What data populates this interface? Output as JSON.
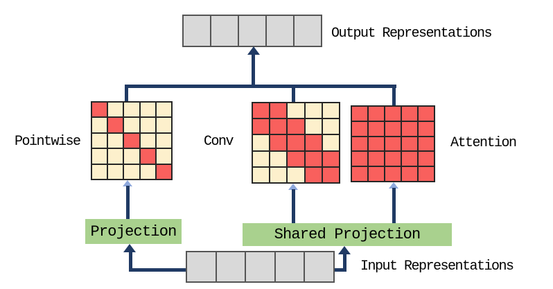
{
  "diagram": {
    "output_label": "Output Representations",
    "input_label": "Input Representations",
    "output_cells": 5,
    "input_cells": 5,
    "projection_label": "Projection",
    "shared_projection_label": "Shared Projection",
    "matrices": [
      {
        "name": "Pointwise",
        "rows": [
          [
            1,
            0,
            0,
            0,
            0
          ],
          [
            0,
            1,
            0,
            0,
            0
          ],
          [
            0,
            0,
            1,
            0,
            0
          ],
          [
            0,
            0,
            0,
            1,
            0
          ],
          [
            0,
            0,
            0,
            0,
            1
          ]
        ]
      },
      {
        "name": "Conv",
        "rows": [
          [
            1,
            1,
            0,
            0,
            0
          ],
          [
            1,
            1,
            1,
            0,
            0
          ],
          [
            0,
            1,
            1,
            1,
            0
          ],
          [
            0,
            0,
            1,
            1,
            1
          ],
          [
            0,
            0,
            0,
            1,
            1
          ]
        ]
      },
      {
        "name": "Attention",
        "rows": [
          [
            1,
            1,
            1,
            1,
            1
          ],
          [
            1,
            1,
            1,
            1,
            1
          ],
          [
            1,
            1,
            1,
            1,
            1
          ],
          [
            1,
            1,
            1,
            1,
            1
          ],
          [
            1,
            1,
            1,
            1,
            1
          ]
        ]
      }
    ],
    "colors": {
      "active_cell": "#f9605d",
      "inactive_cell": "#fdf0cc",
      "token_cell": "#d9d9d9",
      "projection_box": "#a9d18e",
      "connector": "#203a64",
      "connector_tip": "#8fa9dc"
    }
  }
}
